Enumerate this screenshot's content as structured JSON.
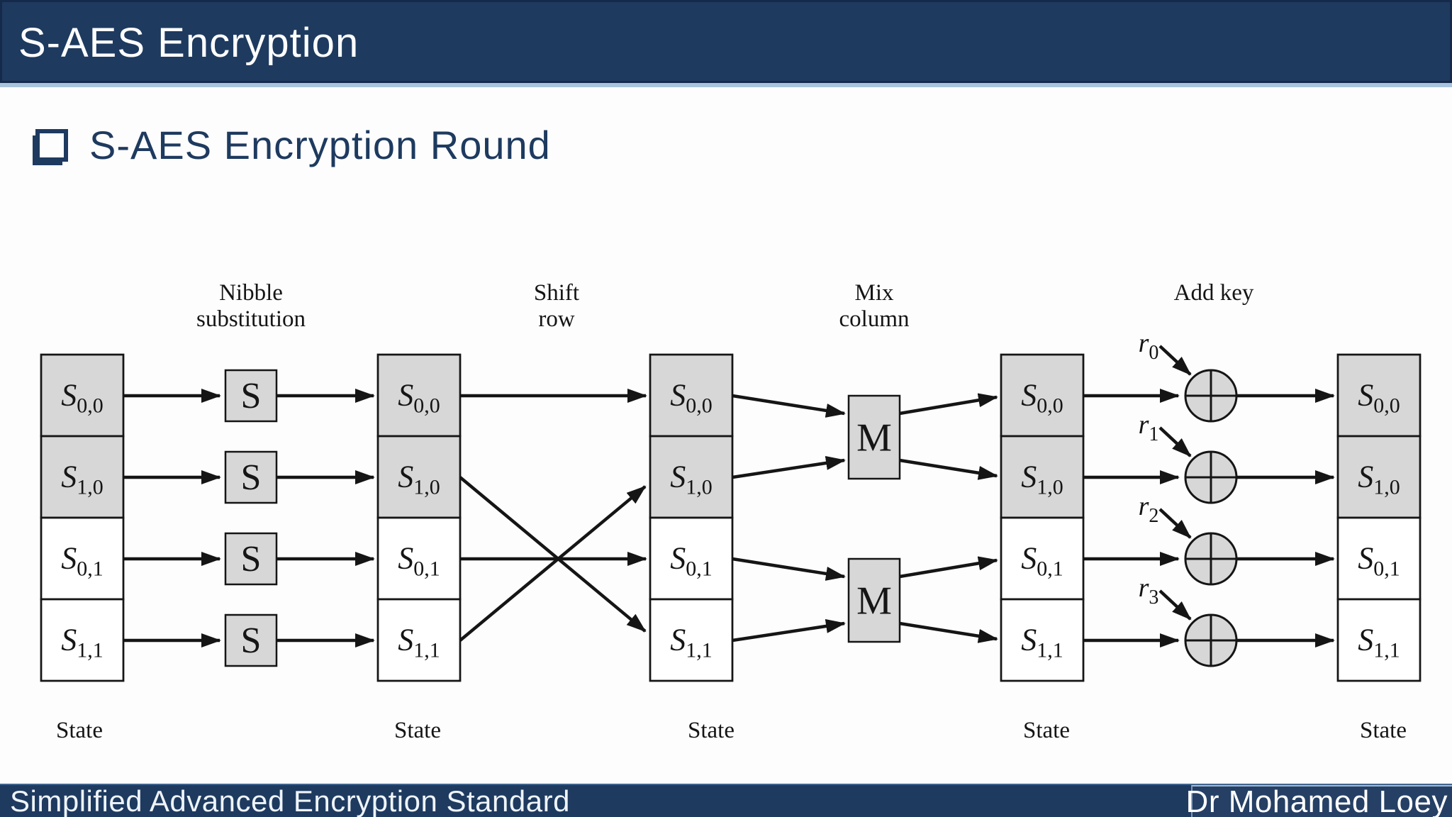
{
  "header": {
    "title": "S-AES Encryption"
  },
  "slide": {
    "bullet_title": "S-AES Encryption Round"
  },
  "footer": {
    "left": "Simplified Advanced Encryption Standard",
    "right": "Dr Mohamed Loey"
  },
  "colors": {
    "navy": "#1e3a5f",
    "separator": "#a9c3dd",
    "box_gray": "#d6d7d6",
    "line_ink": "#151515"
  },
  "diagram": {
    "stage_labels": [
      {
        "lines": [
          "Nibble",
          "substitution"
        ]
      },
      {
        "lines": [
          "Shift",
          "row"
        ]
      },
      {
        "lines": [
          "Mix",
          "column"
        ]
      },
      {
        "lines": [
          "Add key"
        ]
      }
    ],
    "cell_labels": [
      {
        "base": "S",
        "sub": "0,0"
      },
      {
        "base": "S",
        "sub": "1,0"
      },
      {
        "base": "S",
        "sub": "0,1"
      },
      {
        "base": "S",
        "sub": "1,1"
      }
    ],
    "sbox_letter": "S",
    "mbox_letter": "M",
    "round_key_labels": [
      {
        "base": "r",
        "sub": "0"
      },
      {
        "base": "r",
        "sub": "1"
      },
      {
        "base": "r",
        "sub": "2"
      },
      {
        "base": "r",
        "sub": "3"
      }
    ],
    "state_label": "State",
    "num_state_columns": 5
  }
}
